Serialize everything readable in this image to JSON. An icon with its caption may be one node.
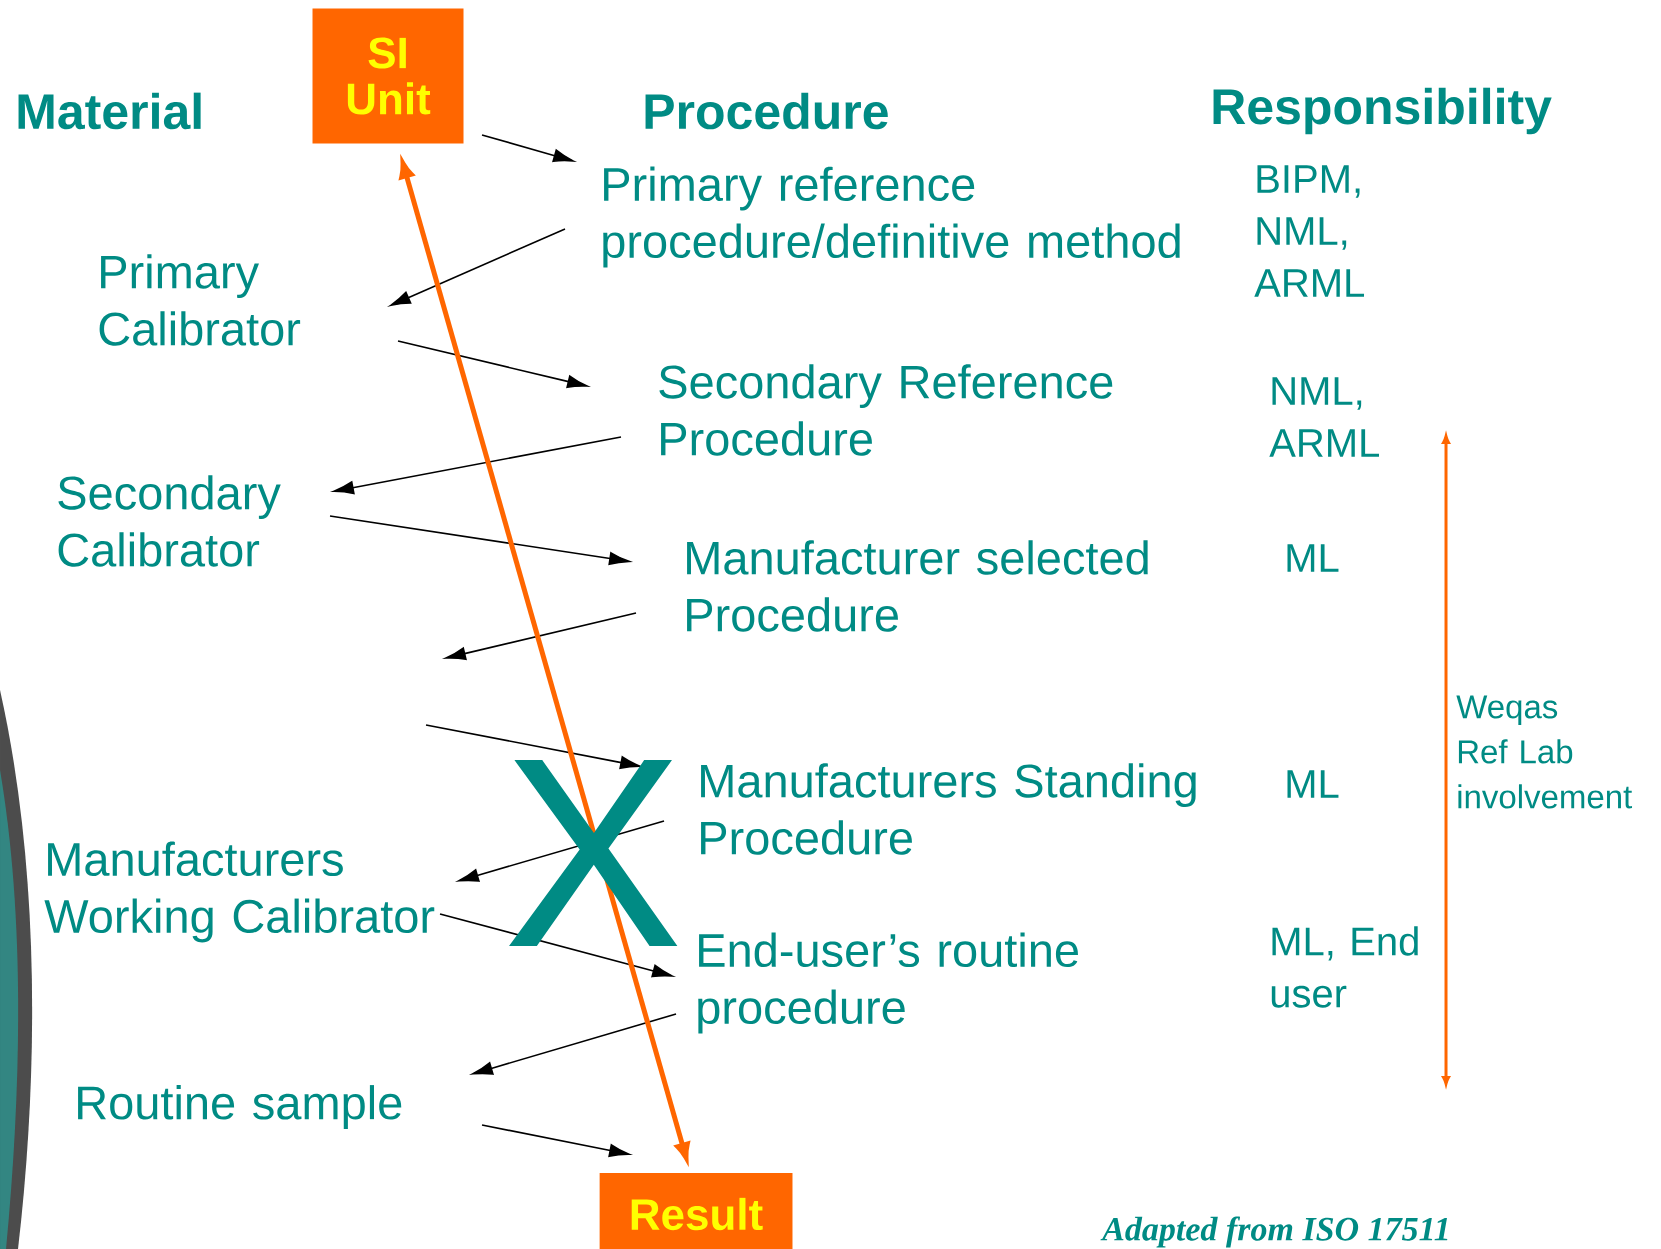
{
  "diagram": {
    "caption": "Adapted from ISO 17511",
    "nodes": [
      {
        "text": [
          "SI Unit"
        ]
      },
      {
        "text": [
          "Primary Calibrator"
        ]
      },
      {
        "text": [
          "Primary reference procedure/definitive method"
        ]
      },
      {
        "text": [
          "Secondary Reference Procedure"
        ]
      },
      {
        "text": [
          "Secondary Calibrator"
        ]
      },
      {
        "text": [
          "Manufacturer selected Procedure"
        ]
      },
      {
        "text": [
          "Manufacturers Standing Procedure"
        ]
      },
      {
        "text": [
          "Manufacturers Working Calibrator"
        ]
      },
      {
        "text": [
          "End-user’s routine procedure"
        ]
      },
      {
        "text": [
          "Routine sample"
        ]
      },
      {
        "text": [
          "Result"
        ]
      }
    ],
    "edges": [
      {
        "from": 0,
        "to": 2,
        "arrow": "to"
      },
      {
        "from": 2,
        "to": 1,
        "arrow": "to"
      },
      {
        "from": 1,
        "to": 3,
        "arrow": "to"
      },
      {
        "from": 3,
        "to": 4,
        "arrow": "to"
      },
      {
        "from": 4,
        "to": 5,
        "arrow": "to"
      },
      {
        "from": 5,
        "to": null,
        "arrow": "to"
      },
      {
        "from": null,
        "to": 6,
        "arrow": "to"
      },
      {
        "from": 6,
        "to": 7,
        "arrow": "to"
      },
      {
        "from": 7,
        "to": 8,
        "arrow": "to"
      },
      {
        "from": 8,
        "to": 9,
        "arrow": "to"
      },
      {
        "from": 9,
        "to": 10,
        "arrow": "to"
      },
      {
        "from": 0,
        "to": 10,
        "arrow": "both",
        "style": "thick",
        "color": "#ff6600"
      }
    ],
    "labels": [
      "Material",
      "Procedure",
      "Responsibility",
      "BIPM, NML, ARML",
      "NML, ARML",
      "ML",
      "Weqas Ref Lab involvement",
      "ML",
      "X",
      "ML, End user"
    ]
  }
}
